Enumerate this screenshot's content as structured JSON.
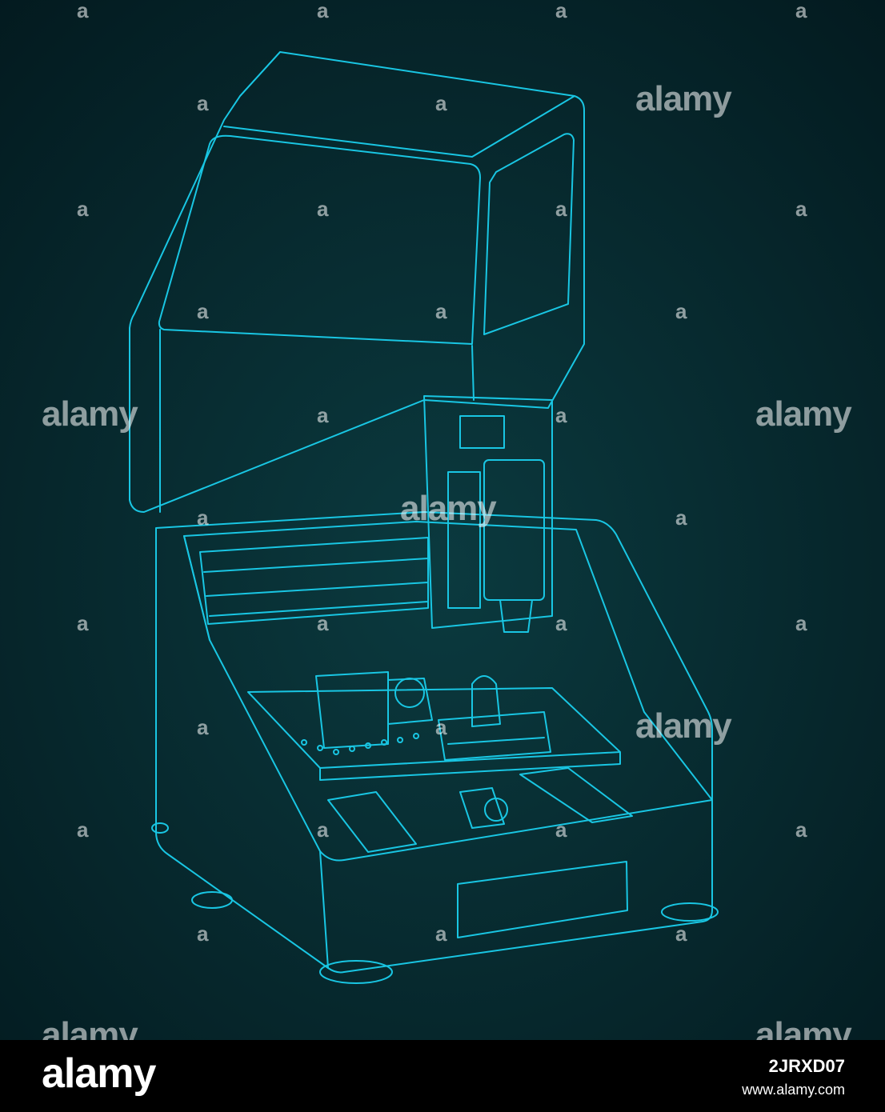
{
  "colors": {
    "background": "#0b3a3f",
    "background_dark": "#031a1f",
    "line": "#19c6e3",
    "footer": "#000000",
    "watermark": "rgba(255,255,255,0.55)"
  },
  "watermark": {
    "text": "alamy",
    "small_mark": "a"
  },
  "footer": {
    "logo": "alamy",
    "image_id": "2JRXD07",
    "url": "www.alamy.com"
  }
}
